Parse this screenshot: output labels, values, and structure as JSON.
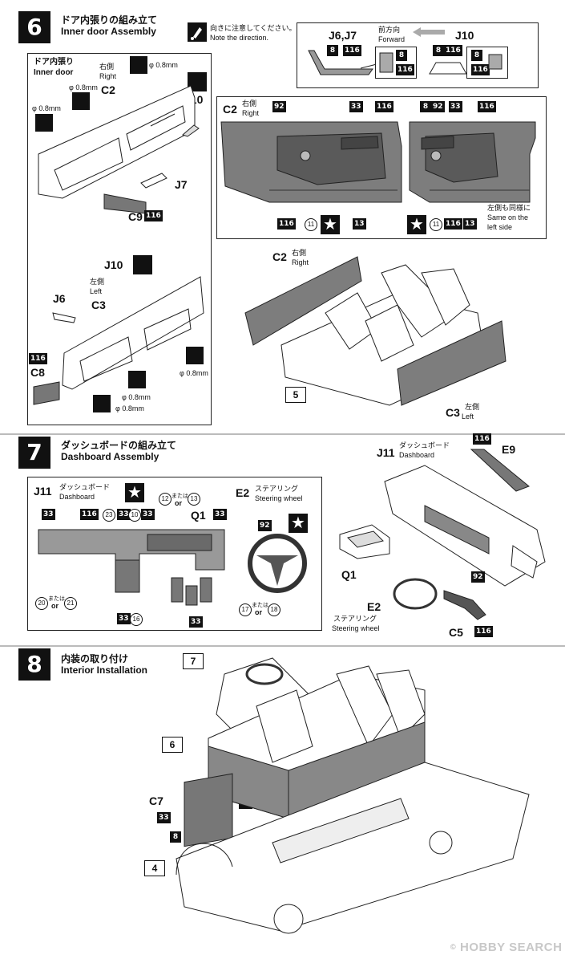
{
  "step6": {
    "number": "6",
    "title_jp": "ドア内張りの組み立て",
    "title_en": "Inner door Assembly",
    "note_jp": "向きに注意してください。",
    "note_en": "Note the direction.",
    "forward_jp": "前方向",
    "forward_en": "Forward",
    "j6j7": "J6,J7",
    "j10": "J10",
    "inner_door_jp": "ドア内張り",
    "inner_door_en": "Inner door",
    "right_jp": "右側",
    "right_en": "Right",
    "left_jp": "左側",
    "left_en": "Left",
    "same_jp": "左側も同様に",
    "same_en1": "Same on the",
    "same_en2": "left side",
    "phi": "φ 0.8mm",
    "parts": {
      "c2": "C2",
      "c3": "C3",
      "c8": "C8",
      "c9": "C9",
      "j6": "J6",
      "j7": "J7",
      "j10": "J10"
    },
    "ref5": "5"
  },
  "step7": {
    "number": "7",
    "title_jp": "ダッシュボードの組み立て",
    "title_en": "Dashboard Assembly",
    "j11": "J11",
    "dash_jp": "ダッシュボード",
    "dash_en": "Dashboard",
    "q1": "Q1",
    "e2": "E2",
    "e9": "E9",
    "c5": "C5",
    "steer_jp": "ステアリング",
    "steer_en": "Steering wheel",
    "mataha": "または",
    "or": "or"
  },
  "step8": {
    "number": "8",
    "title_jp": "内装の取り付け",
    "title_en": "Interior Installation",
    "ref7": "7",
    "ref6": "6",
    "ref4": "4",
    "c7": "C7"
  },
  "colors": {
    "badge": "#111111",
    "panel": "#7d7d7d",
    "panel_dark": "#5a5a5a"
  },
  "watermark": "HOBBY SEARCH",
  "copyright": "©"
}
